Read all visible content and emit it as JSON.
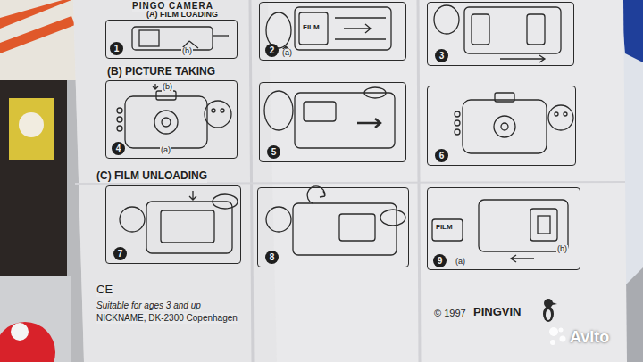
{
  "diagram": {
    "title": "PINGO CAMERA",
    "nodes": [
      {
        "text": [
          "1",
          "(b)"
        ]
      },
      {
        "text": [
          "2",
          "(a)",
          "FILM"
        ]
      },
      {
        "text": [
          "3"
        ]
      },
      {
        "text": [
          "4",
          "(b)",
          "(a)"
        ]
      },
      {
        "text": [
          "5"
        ]
      },
      {
        "text": [
          "6"
        ]
      },
      {
        "text": [
          "7"
        ]
      },
      {
        "text": [
          "8"
        ]
      },
      {
        "text": [
          "9",
          "FILM",
          "(a)",
          "(b)"
        ]
      }
    ],
    "labels": [
      "(A) FILM LOADING",
      "(B) PICTURE TAKING",
      "(C) FILM UNLOADING",
      "CE",
      "Suitable for ages 3 and up",
      "NICKNAME, DK-2300 Copenhagen",
      "© 1997",
      "PINGVIN",
      "Avito"
    ]
  }
}
